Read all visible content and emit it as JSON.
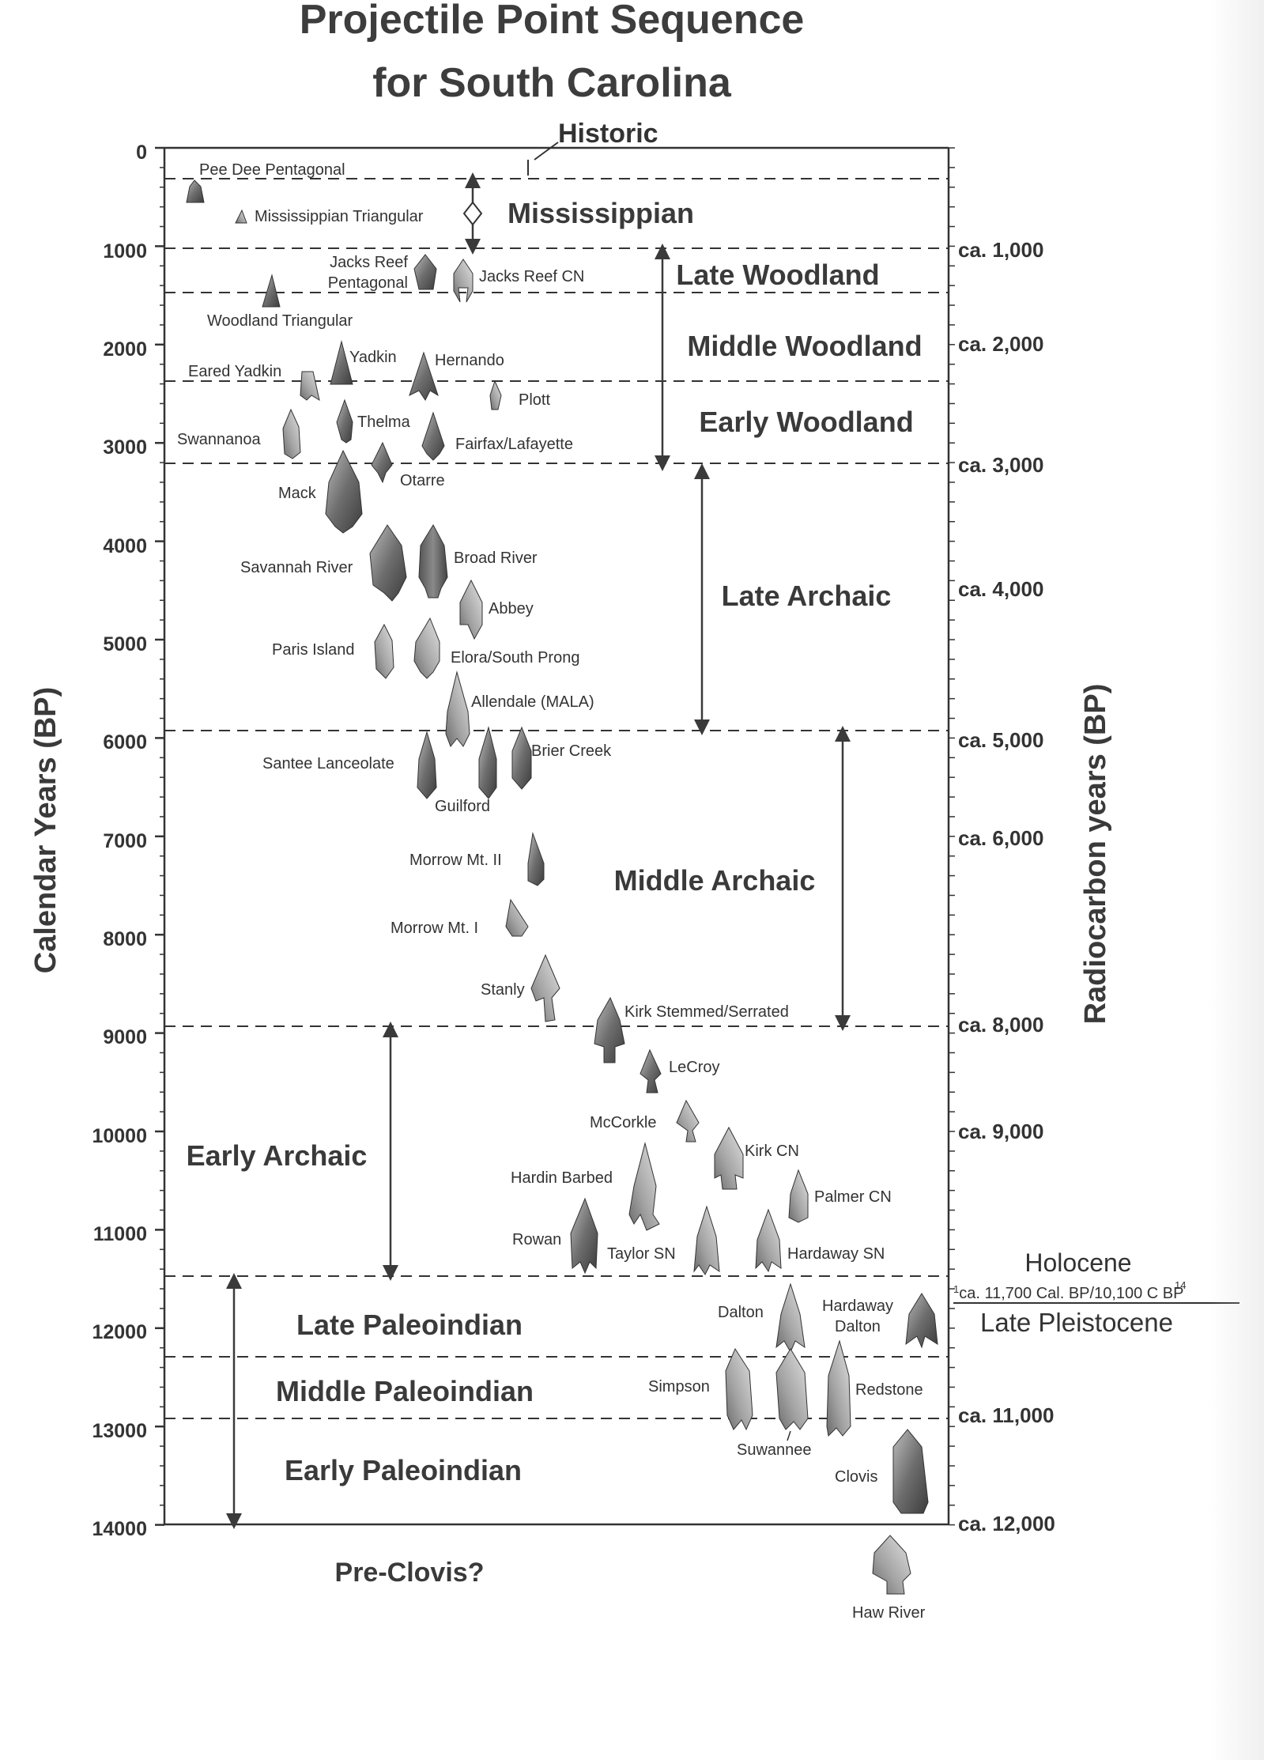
{
  "title_line1": "Projectile Point Sequence",
  "title_line2": "for South Carolina",
  "left_axis_label": "Calendar Years (BP)",
  "right_axis_label": "Radiocarbon years (BP)",
  "left_ticks": [
    "0",
    "1000",
    "2000",
    "3000",
    "4000",
    "5000",
    "6000",
    "7000",
    "8000",
    "9000",
    "10000",
    "11000",
    "12000",
    "13000",
    "14000"
  ],
  "right_ticks": [
    "ca. 1,000",
    "ca. 2,000",
    "ca. 3,000",
    "ca. 4,000",
    "ca. 5,000",
    "ca. 6,000",
    "ca. 8,000",
    "ca. 9,000",
    "ca. 11,000",
    "ca. 12,000"
  ],
  "periods": {
    "historic": "Historic",
    "mississippian": "Mississippian",
    "late_woodland": "Late Woodland",
    "middle_woodland": "Middle Woodland",
    "early_woodland": "Early Woodland",
    "late_archaic": "Late Archaic",
    "middle_archaic": "Middle Archaic",
    "early_archaic": "Early Archaic",
    "late_paleoindian": "Late Paleoindian",
    "middle_paleoindian": "Middle Paleoindian",
    "early_paleoindian": "Early Paleoindian",
    "pre_clovis": "Pre-Clovis?"
  },
  "epochs": {
    "holocene": "Holocene",
    "boundary_note": "ca. 11,700 Cal. BP/10,100 C BP",
    "boundary_sup1": "1",
    "boundary_sup2": "14",
    "late_pleistocene": "Late Pleistocene"
  },
  "points": {
    "pee_dee": "Pee Dee Pentagonal",
    "mississippian_tri": "Mississippian Triangular",
    "jacks_reef_pent_1": "Jacks Reef",
    "jacks_reef_pent_2": "Pentagonal",
    "jacks_reef_cn": "Jacks Reef CN",
    "woodland_tri": "Woodland Triangular",
    "eared_yadkin": "Eared Yadkin",
    "yadkin": "Yadkin",
    "hernando": "Hernando",
    "plott": "Plott",
    "swannanoa": "Swannanoa",
    "thelma": "Thelma",
    "fairfax": "Fairfax/Lafayette",
    "otarre": "Otarre",
    "mack": "Mack",
    "savannah_river": "Savannah River",
    "broad_river": "Broad River",
    "abbey": "Abbey",
    "paris_island": "Paris Island",
    "elora": "Elora/South Prong",
    "allendale": "Allendale (MALA)",
    "santee": "Santee Lanceolate",
    "brier_creek": "Brier Creek",
    "guilford": "Guilford",
    "morrow_2": "Morrow Mt. II",
    "morrow_1": "Morrow Mt. I",
    "stanly": "Stanly",
    "kirk_stemmed": "Kirk Stemmed/Serrated",
    "lecroy": "LeCroy",
    "mccorkle": "McCorkle",
    "kirk_cn": "Kirk CN",
    "hardin": "Hardin Barbed",
    "palmer": "Palmer CN",
    "rowan": "Rowan",
    "taylor": "Taylor SN",
    "hardaway_sn": "Hardaway SN",
    "dalton": "Dalton",
    "hardaway_dalton_1": "Hardaway",
    "hardaway_dalton_2": "Dalton",
    "simpson": "Simpson",
    "redstone": "Redstone",
    "suwannee": "Suwannee",
    "clovis": "Clovis",
    "haw_river": "Haw River"
  }
}
